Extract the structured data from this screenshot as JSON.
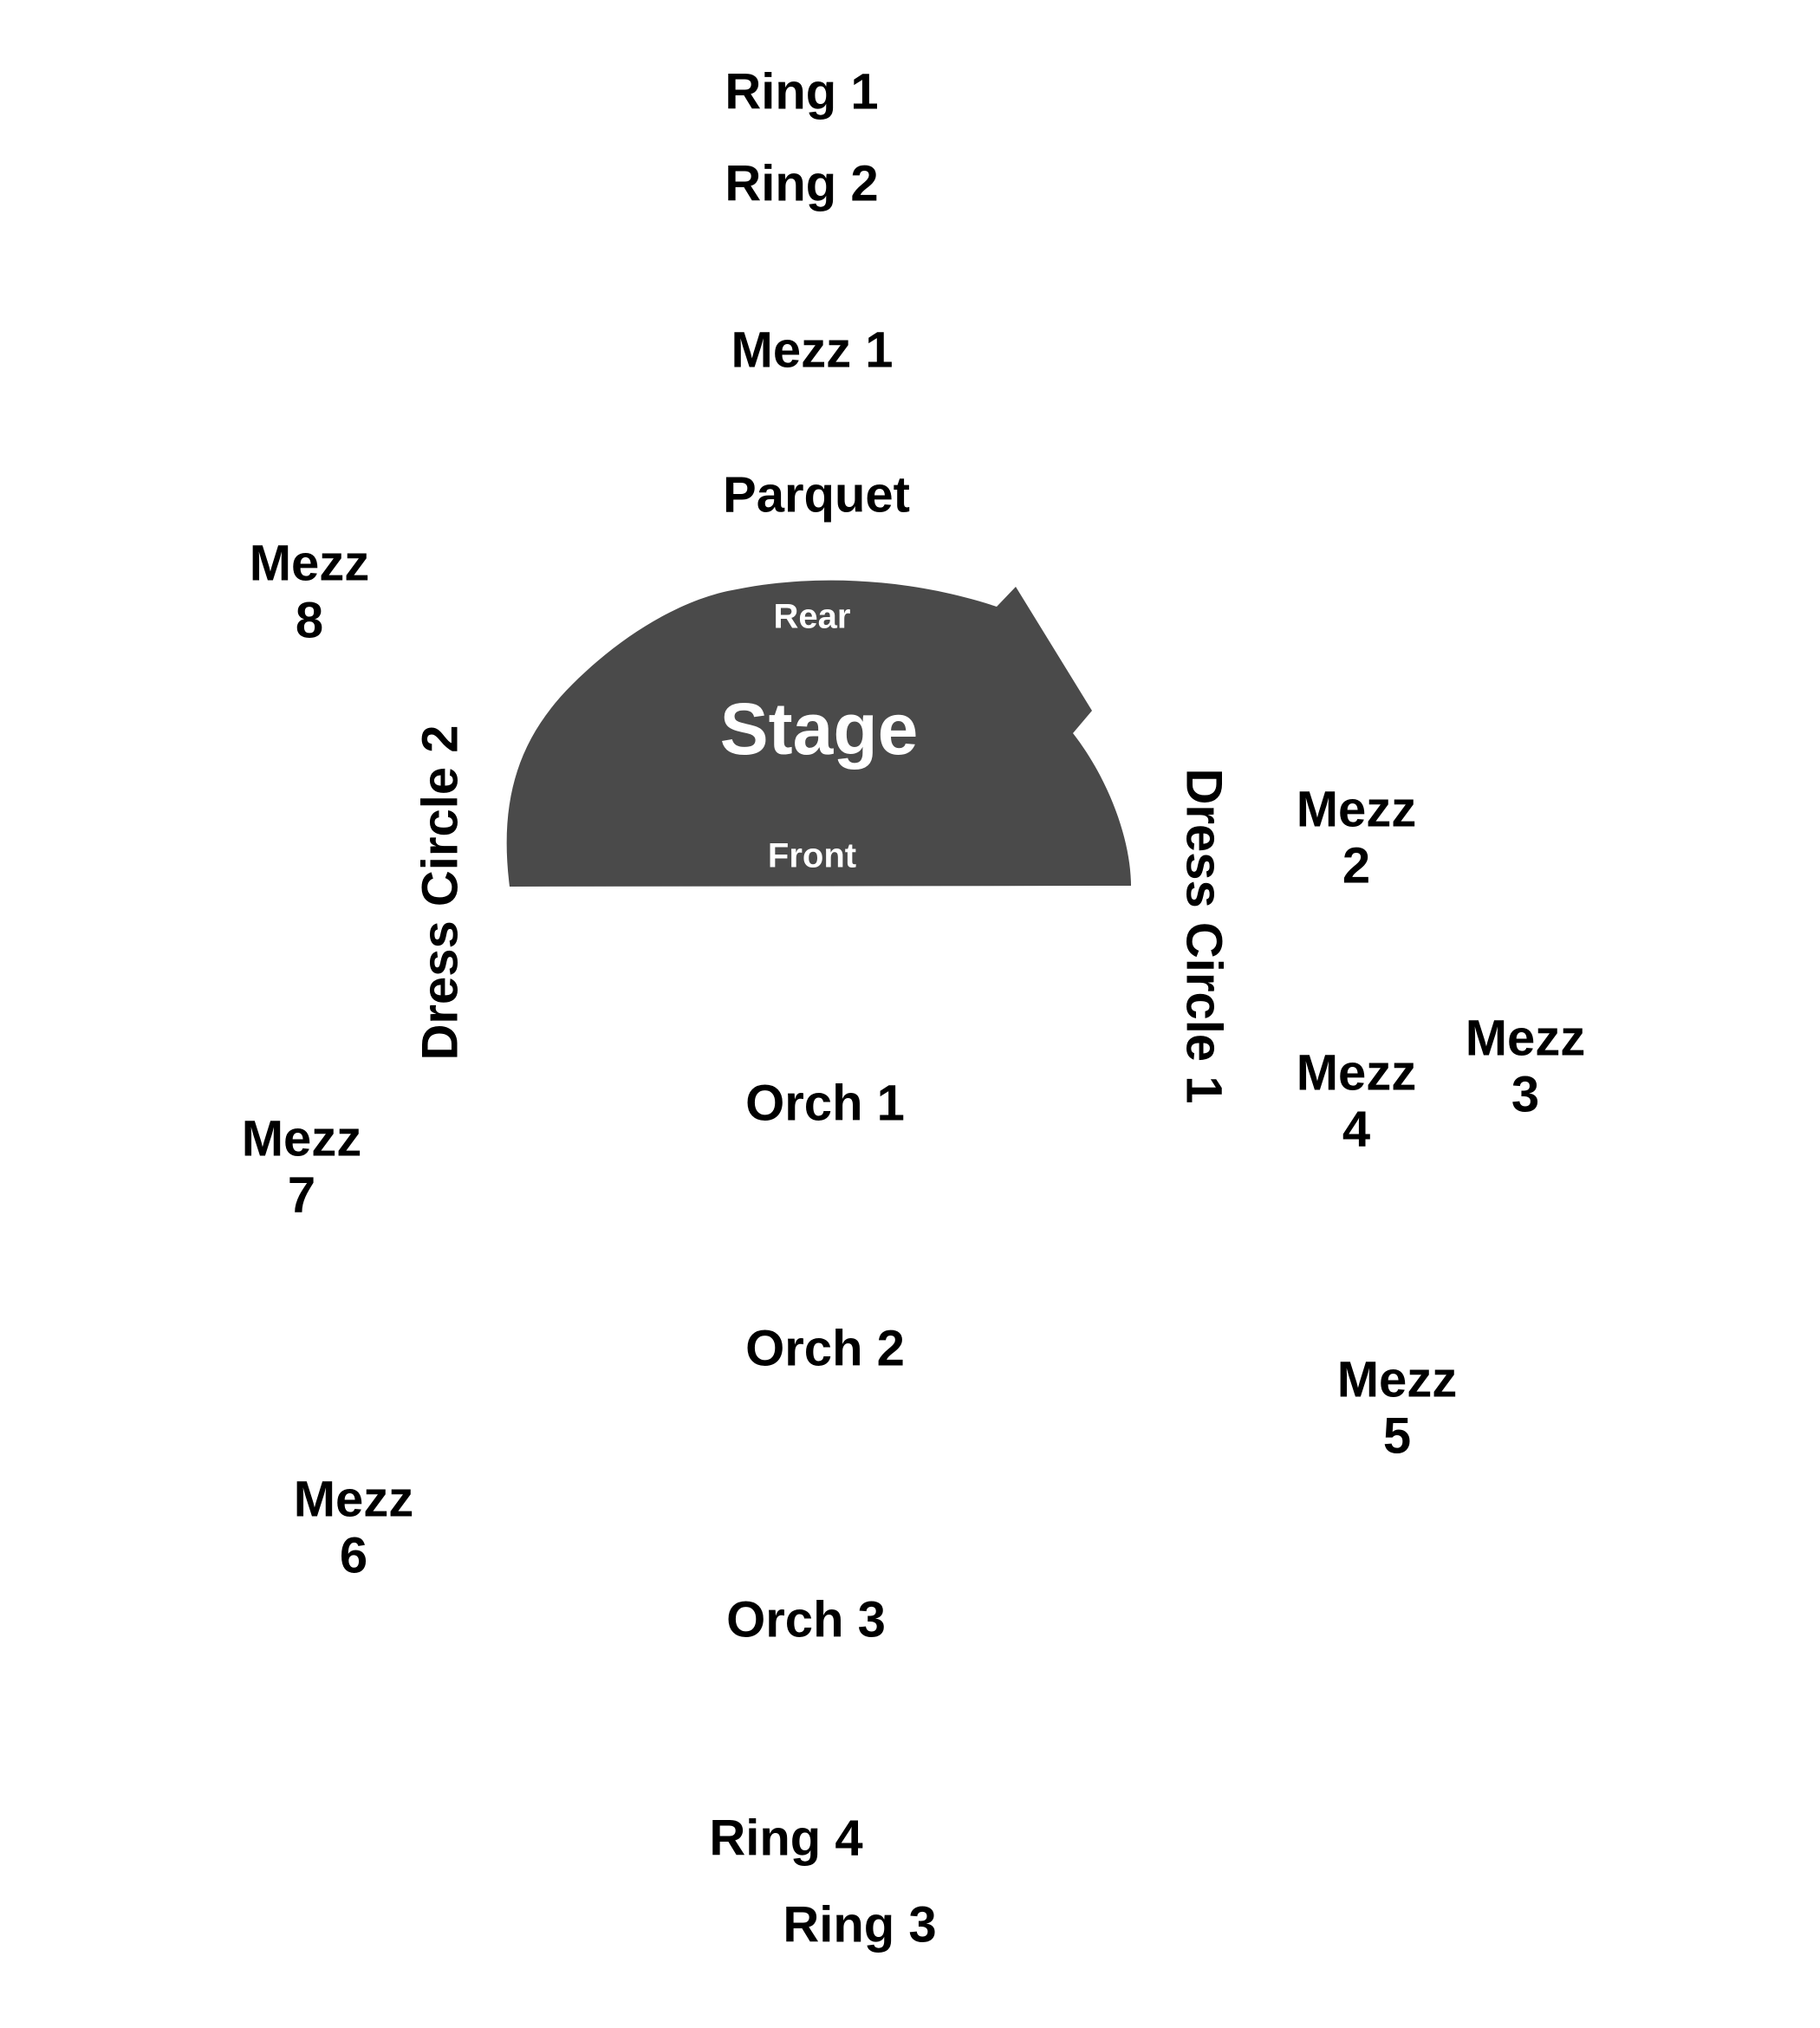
{
  "colors": {
    "background": "#ffffff",
    "stage_fill": "#4a4a4a",
    "stage_text": "#ffffff",
    "label_text": "#000000"
  },
  "stage": {
    "title": "Stage",
    "rear": "Rear",
    "front": "Front"
  },
  "sections": {
    "ring_1": "Ring 1",
    "ring_2": "Ring 2",
    "ring_3": "Ring 3",
    "ring_4": "Ring 4",
    "mezz_1": "Mezz 1",
    "parquet": "Parquet",
    "orch_1": "Orch 1",
    "orch_2": "Orch 2",
    "orch_3": "Orch 3",
    "dress_circle_1": "Dress Circle 1",
    "dress_circle_2": "Dress Circle 2",
    "mezz_2": {
      "word": "Mezz",
      "number": "2"
    },
    "mezz_3": {
      "word": "Mezz",
      "number": "3"
    },
    "mezz_4": {
      "word": "Mezz",
      "number": "4"
    },
    "mezz_5": {
      "word": "Mezz",
      "number": "5"
    },
    "mezz_6": {
      "word": "Mezz",
      "number": "6"
    },
    "mezz_7": {
      "word": "Mezz",
      "number": "7"
    },
    "mezz_8": {
      "word": "Mezz",
      "number": "8"
    }
  }
}
